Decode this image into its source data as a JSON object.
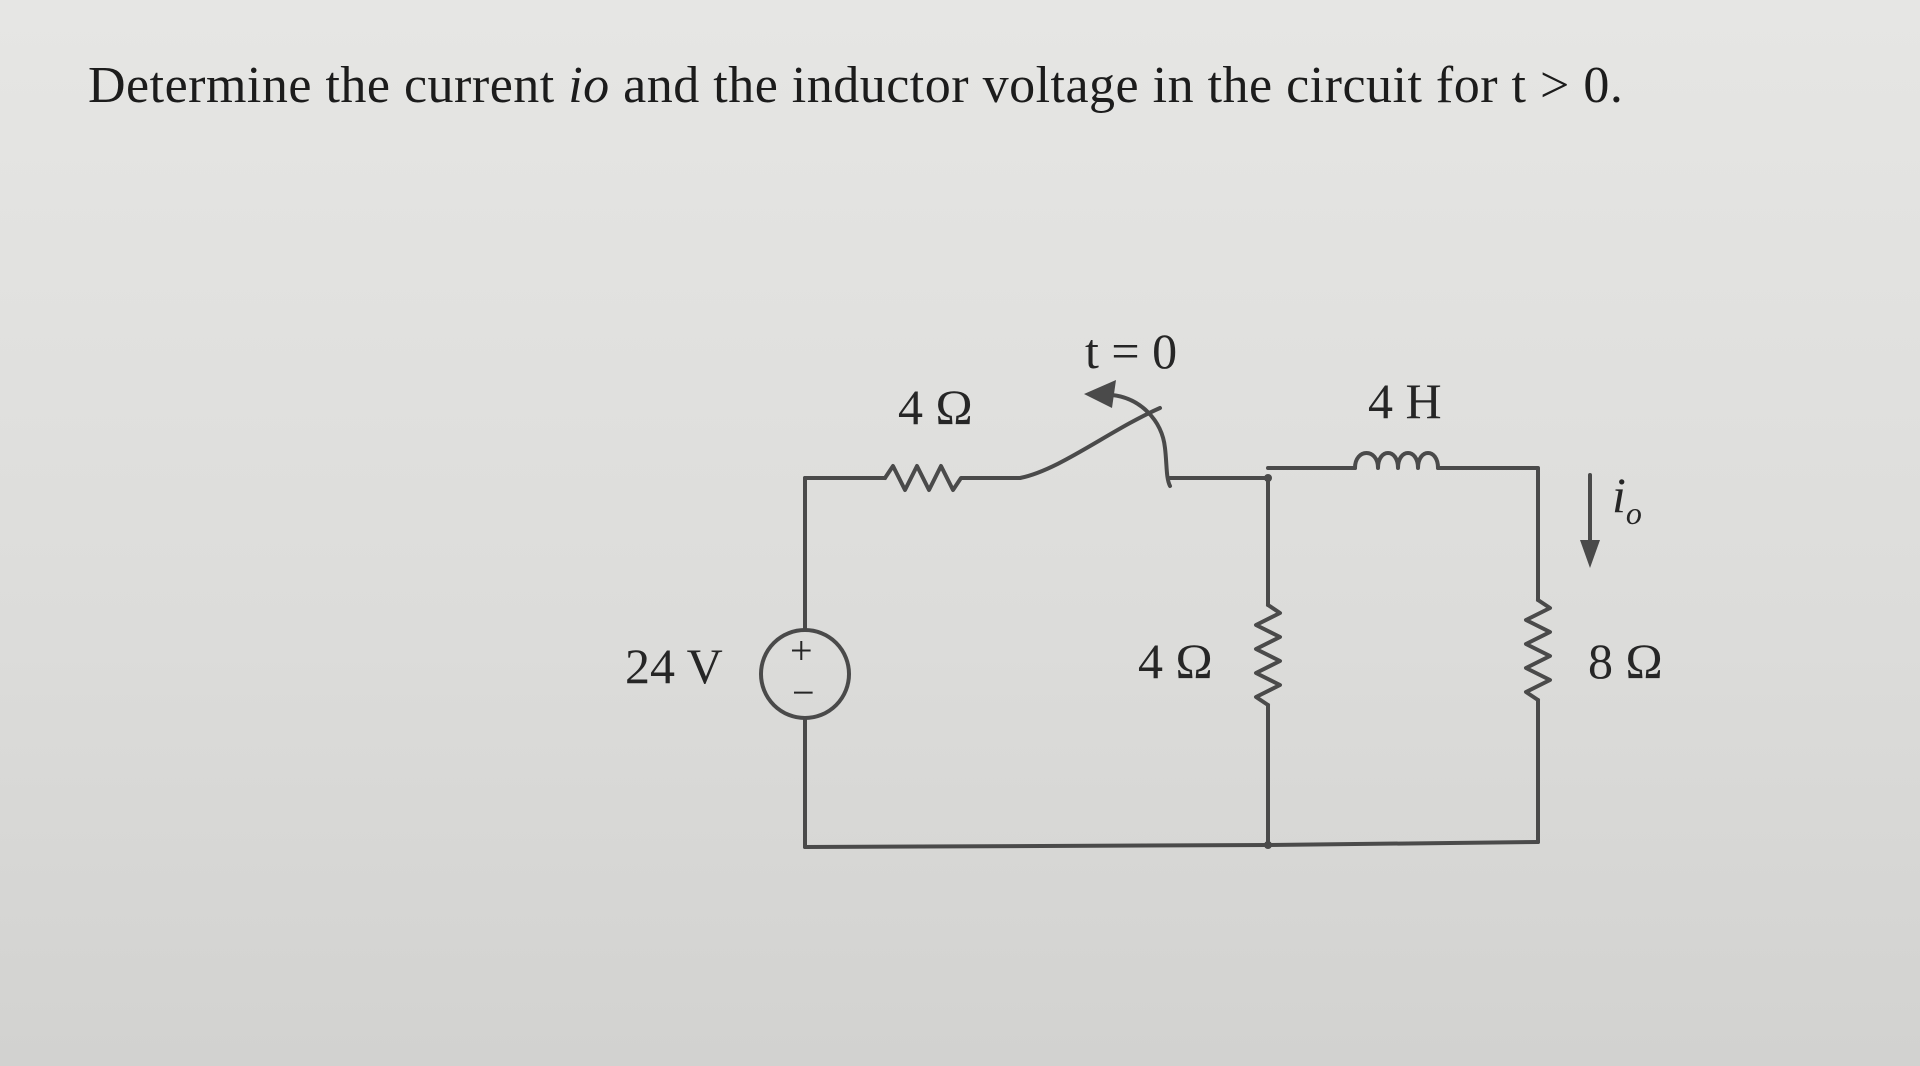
{
  "question": {
    "prefix": "Determine the current ",
    "variable": "io",
    "suffix": " and the inductor voltage in the circuit for t > 0."
  },
  "circuit": {
    "source_label": "24 V",
    "source_plus": "+",
    "source_minus": "−",
    "series_resistor_label": "4 Ω",
    "switch_label": "t = 0",
    "inductor_label": "4 H",
    "shunt_resistor_label": "4 Ω",
    "load_resistor_label": "8 Ω",
    "current_label_main": "i",
    "current_label_sub": "o",
    "wire_color": "#4a4a4a"
  }
}
